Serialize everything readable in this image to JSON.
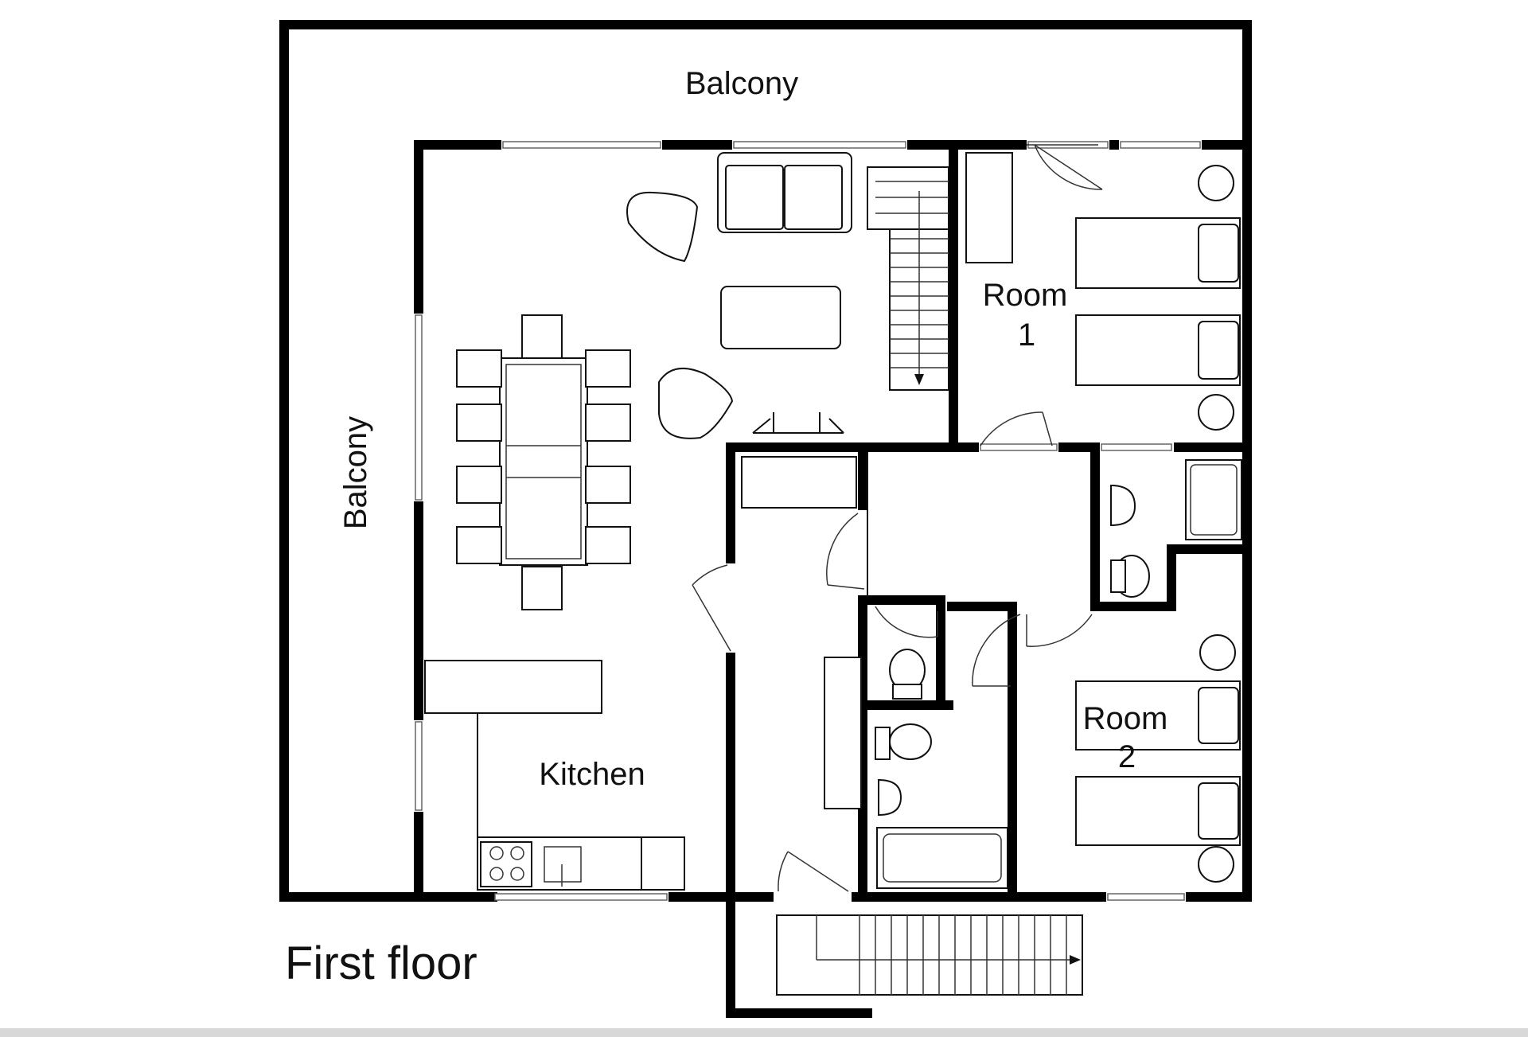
{
  "diagram": {
    "title": "First floor",
    "labels": {
      "balcony_top": "Balcony",
      "balcony_left": "Balcony",
      "room1_line1": "Room",
      "room1_line2": "1",
      "room2_line1": "Room",
      "room2_line2": "2",
      "kitchen": "Kitchen"
    },
    "colors": {
      "wall": "#000000",
      "line": "#111111",
      "background": "#ffffff"
    }
  }
}
